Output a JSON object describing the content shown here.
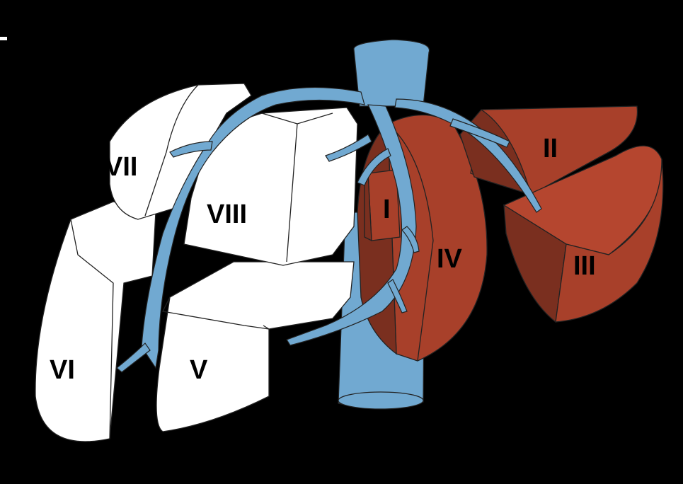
{
  "diagram": {
    "background_color": "#000000",
    "vein_color": "#71a9d1",
    "right_liver_color": "#ffffff",
    "left_liver_color": "#a8402a",
    "left_liver_shadow_color": "#7a2f1f",
    "segments": [
      {
        "id": "I",
        "label": "I",
        "side": "left"
      },
      {
        "id": "II",
        "label": "II",
        "side": "left"
      },
      {
        "id": "III",
        "label": "III",
        "side": "left"
      },
      {
        "id": "IV",
        "label": "IV",
        "side": "left"
      },
      {
        "id": "V",
        "label": "V",
        "side": "right"
      },
      {
        "id": "VI",
        "label": "VI",
        "side": "right"
      },
      {
        "id": "VII",
        "label": "VII",
        "side": "right"
      },
      {
        "id": "VIII",
        "label": "VIII",
        "side": "right"
      }
    ]
  }
}
